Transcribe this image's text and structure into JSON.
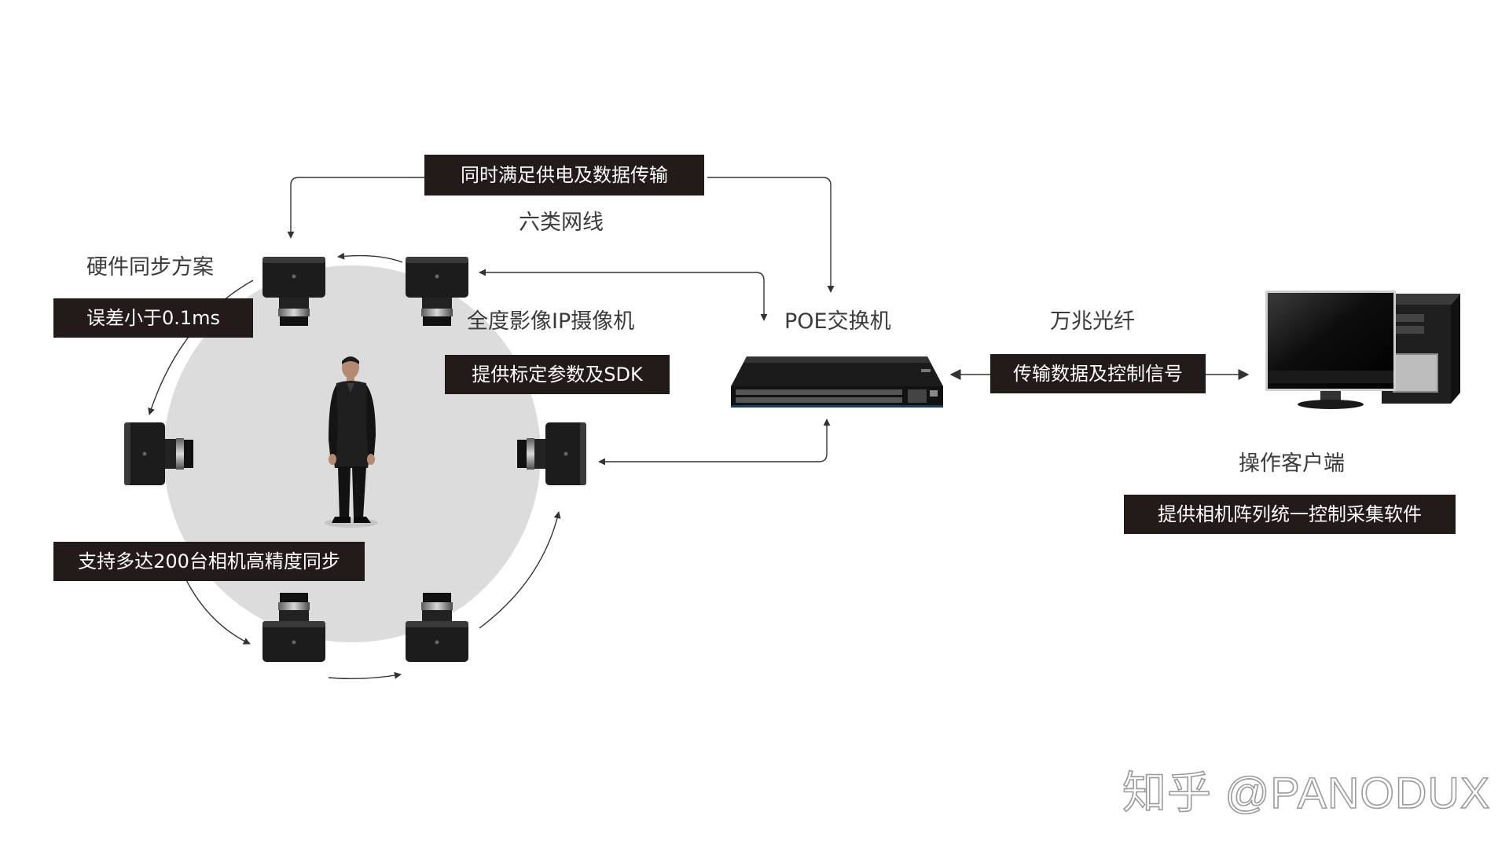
{
  "labels": {
    "six_cable": "六类网线",
    "sync_scheme": "硬件同步方案",
    "camera_name": "全度影像IP摄像机",
    "poe_switch": "POE交换机",
    "fiber": "万兆光纤",
    "client": "操作客户端"
  },
  "boxes": {
    "power_data": "同时满足供电及数据传输",
    "sync_error": "误差小于0.1ms",
    "sdk": "提供标定参数及SDK",
    "transmit": "传输数据及控制信号",
    "multi_sync": "支持多达200台相机高精度同步",
    "control_software": "提供相机阵列统一控制采集软件"
  },
  "watermark": "知乎 @PANODUX",
  "colors": {
    "box_bg": "#231a1a",
    "platform": "#dcdcdd",
    "arrow": "#333333"
  }
}
